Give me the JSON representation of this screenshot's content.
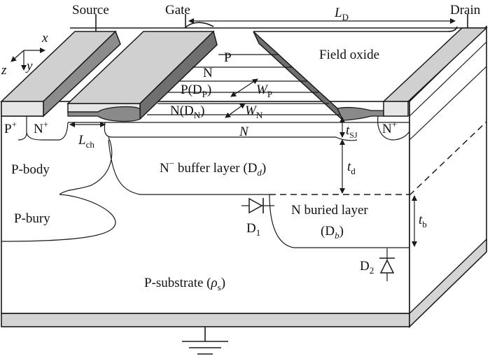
{
  "terminals": {
    "source": "Source",
    "gate": "Gate",
    "drain": "Drain"
  },
  "dimensions": {
    "L_D": "L",
    "L_D_sub": "D",
    "L_ch": "L",
    "L_ch_sub": "ch",
    "t_SJ": "t",
    "t_SJ_sub": "SJ",
    "t_d": "t",
    "t_d_sub": "d",
    "t_b": "t",
    "t_b_sub": "b",
    "W_P": "W",
    "W_P_sub": "P",
    "W_N": "W",
    "W_N_sub": "N"
  },
  "axes": {
    "x": "x",
    "y": "y",
    "z": "z"
  },
  "regions": {
    "field_oxide": "Field oxide",
    "p_top": "P",
    "n_layer": "N",
    "p_dp": "P(D",
    "p_dp_sub": "P",
    "n_dn": "N(D",
    "n_dn_sub": "N",
    "n_italic": "N",
    "p_plus": "P",
    "n_plus_left": "N",
    "n_plus_right": "N",
    "p_body": "P-body",
    "p_bury": "P-bury",
    "n_buffer": "N",
    "n_buffer_rest": " buffer layer (D",
    "n_buffer_sub": "d",
    "n_buried_1": "N buried layer",
    "n_buried_2a": "(D",
    "n_buried_2_sub": "b",
    "p_substrate": "P-substrate (",
    "p_substrate_rho": "ρ",
    "p_substrate_sub": "s",
    "superscript_plus": "+",
    "superscript_minus": "−",
    "close_paren": ")"
  },
  "diodes": {
    "d1": "D",
    "d1_sub": "1",
    "d2": "D",
    "d2_sub": "2"
  }
}
